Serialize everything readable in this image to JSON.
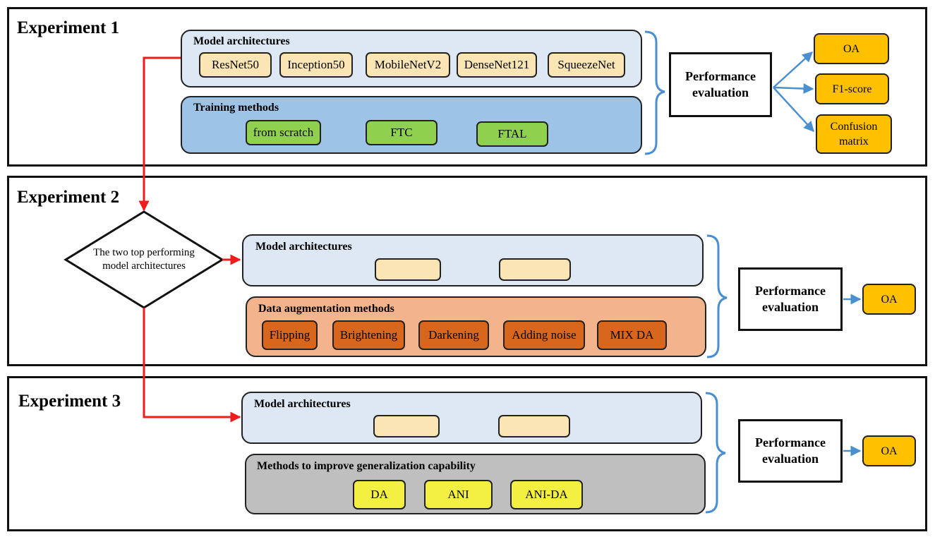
{
  "experiments": [
    {
      "title": "Experiment 1",
      "panels": [
        {
          "title": "Model architectures",
          "items": [
            "ResNet50",
            "Inception50",
            "MobileNetV2",
            "DenseNet121",
            "SqueezeNet"
          ]
        },
        {
          "title": "Training methods",
          "items": [
            "from scratch",
            "FTC",
            "FTAL"
          ]
        }
      ],
      "evaluation": "Performance evaluation",
      "metrics": [
        "OA",
        "F1-score",
        "Confusion matrix"
      ]
    },
    {
      "title": "Experiment 2",
      "decision": "The two top performing model architectures",
      "panels": [
        {
          "title": "Model architectures",
          "items": [
            "",
            ""
          ]
        },
        {
          "title": "Data augmentation methods",
          "items": [
            "Flipping",
            "Brightening",
            "Darkening",
            "Adding noise",
            "MIX DA"
          ]
        }
      ],
      "evaluation": "Performance evaluation",
      "metrics": [
        "OA"
      ]
    },
    {
      "title": "Experiment 3",
      "panels": [
        {
          "title": "Model architectures",
          "items": [
            "",
            ""
          ]
        },
        {
          "title": "Methods to improve generalization capability",
          "items": [
            "DA",
            "ANI",
            "ANI-DA"
          ]
        }
      ],
      "evaluation": "Performance evaluation",
      "metrics": [
        "OA"
      ]
    }
  ],
  "colors": {
    "flow_arrow": "#ee1c1c",
    "eval_arrow": "#4a8fd0",
    "bracket": "#4a8fd0",
    "panel_light_blue": "#dde8f4",
    "panel_blue": "#9dc3e6",
    "panel_orange": "#f3b48d",
    "panel_gray": "#bfbfbf",
    "pill_cream": "#fbe5b4",
    "pill_green": "#8fd14f",
    "pill_orange": "#d8661c",
    "pill_yellow": "#f4f042",
    "metric_gold": "#ffc000"
  }
}
